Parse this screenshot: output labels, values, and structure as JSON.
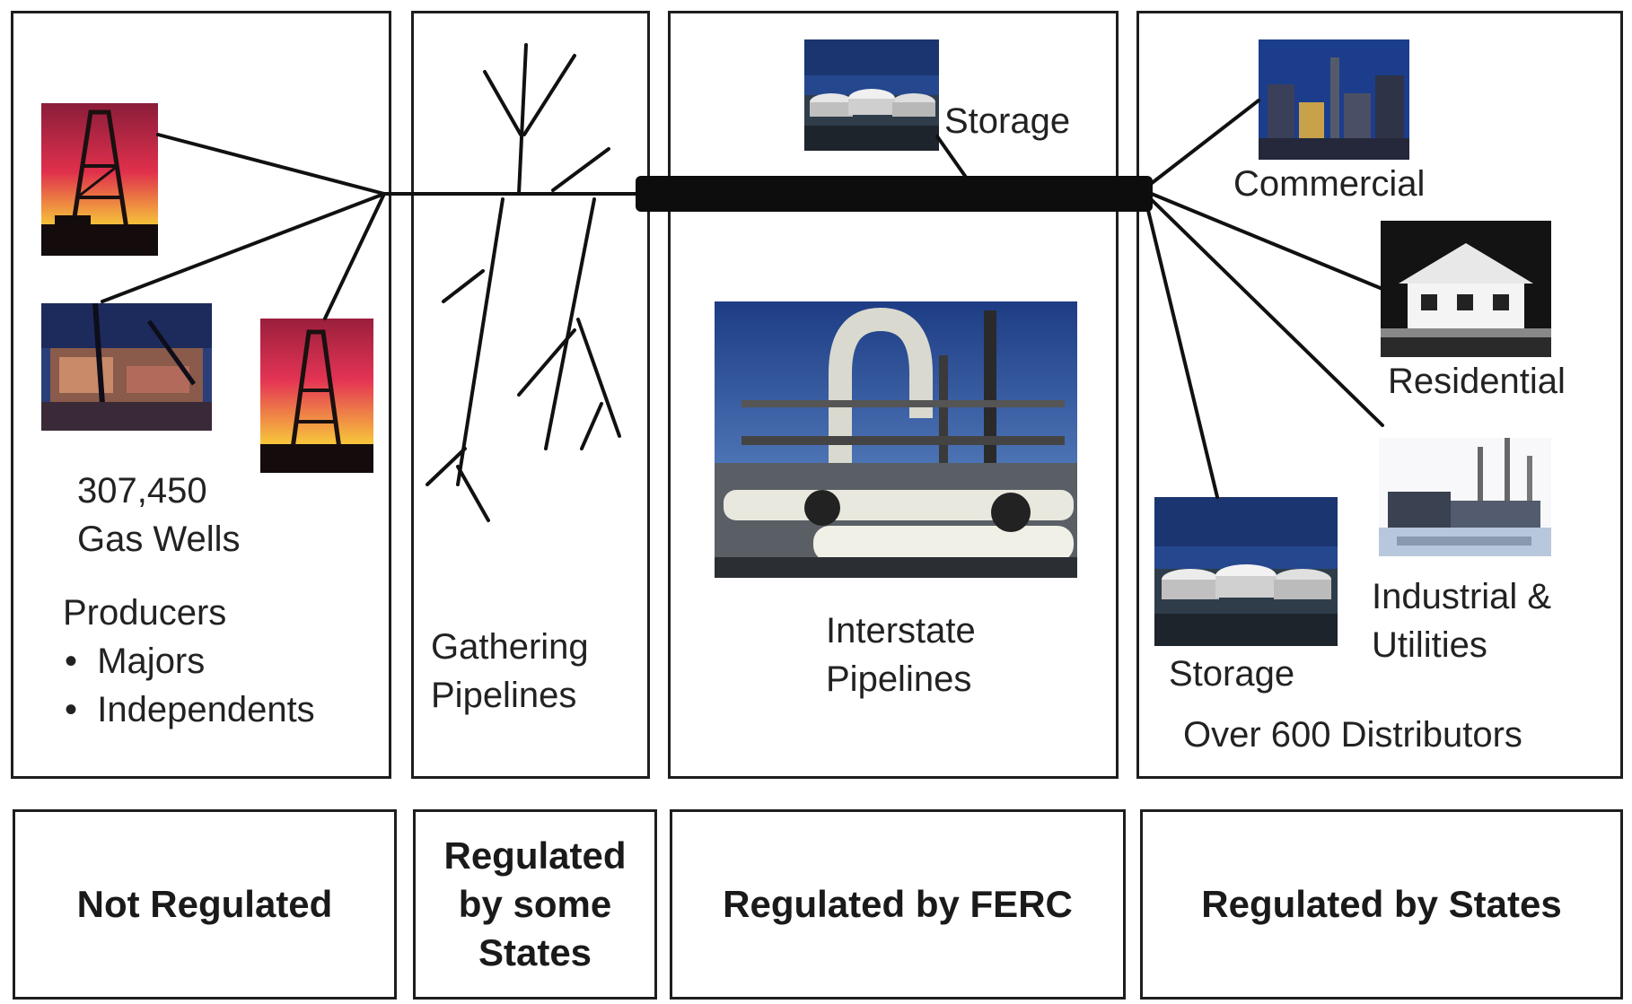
{
  "columns": {
    "producers": {
      "wells_count": "307,450",
      "wells_label": "Gas Wells",
      "title": "Producers",
      "bullets": [
        "Majors",
        "Independents"
      ],
      "regulation": "Not Regulated"
    },
    "gathering": {
      "line1": "Gathering",
      "line2": "Pipelines",
      "regulation_lines": [
        "Regulated",
        "by some",
        "States"
      ]
    },
    "interstate": {
      "storage_label": "Storage",
      "line1": "Interstate",
      "line2": "Pipelines",
      "regulation": "Regulated by FERC"
    },
    "distributors": {
      "commercial_label": "Commercial",
      "residential_label": "Residential",
      "storage_label": "Storage",
      "industrial_line1": "Industrial &",
      "industrial_line2": "Utilities",
      "footer": "Over 600 Distributors",
      "regulation": "Regulated by States"
    }
  },
  "colors": {
    "border": "#1e1e1e",
    "trunk_pipe": "#0d0d0d",
    "sunset_top": "#c81c3a",
    "sunset_bottom": "#f4d23a",
    "sky_blue": "#24478e"
  },
  "icons": [
    "gas-well-photo",
    "gas-rig-photo",
    "storage-tanks-photo",
    "pipeline-plant-photo",
    "commercial-city-photo",
    "residential-house-photo",
    "industrial-plant-photo"
  ]
}
